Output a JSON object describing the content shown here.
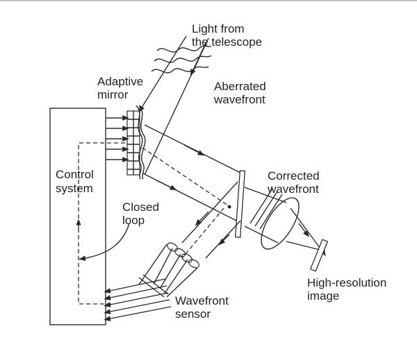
{
  "labels": {
    "light_line1": "Light from",
    "light_line2": "the telescope",
    "adaptive_line1": "Adaptive",
    "adaptive_line2": "mirror",
    "aberrated_line1": "Aberrated",
    "aberrated_line2": "wavefront",
    "control_line1": "Control",
    "control_line2": "system",
    "corrected_line1": "Corrected",
    "corrected_line2": "wavefront",
    "closed_line1": "Closed",
    "closed_line2": "loop",
    "hires_line1": "High-resolution",
    "hires_line2": "image",
    "sensor_line1": "Wavefront",
    "sensor_line2": "sensor"
  }
}
